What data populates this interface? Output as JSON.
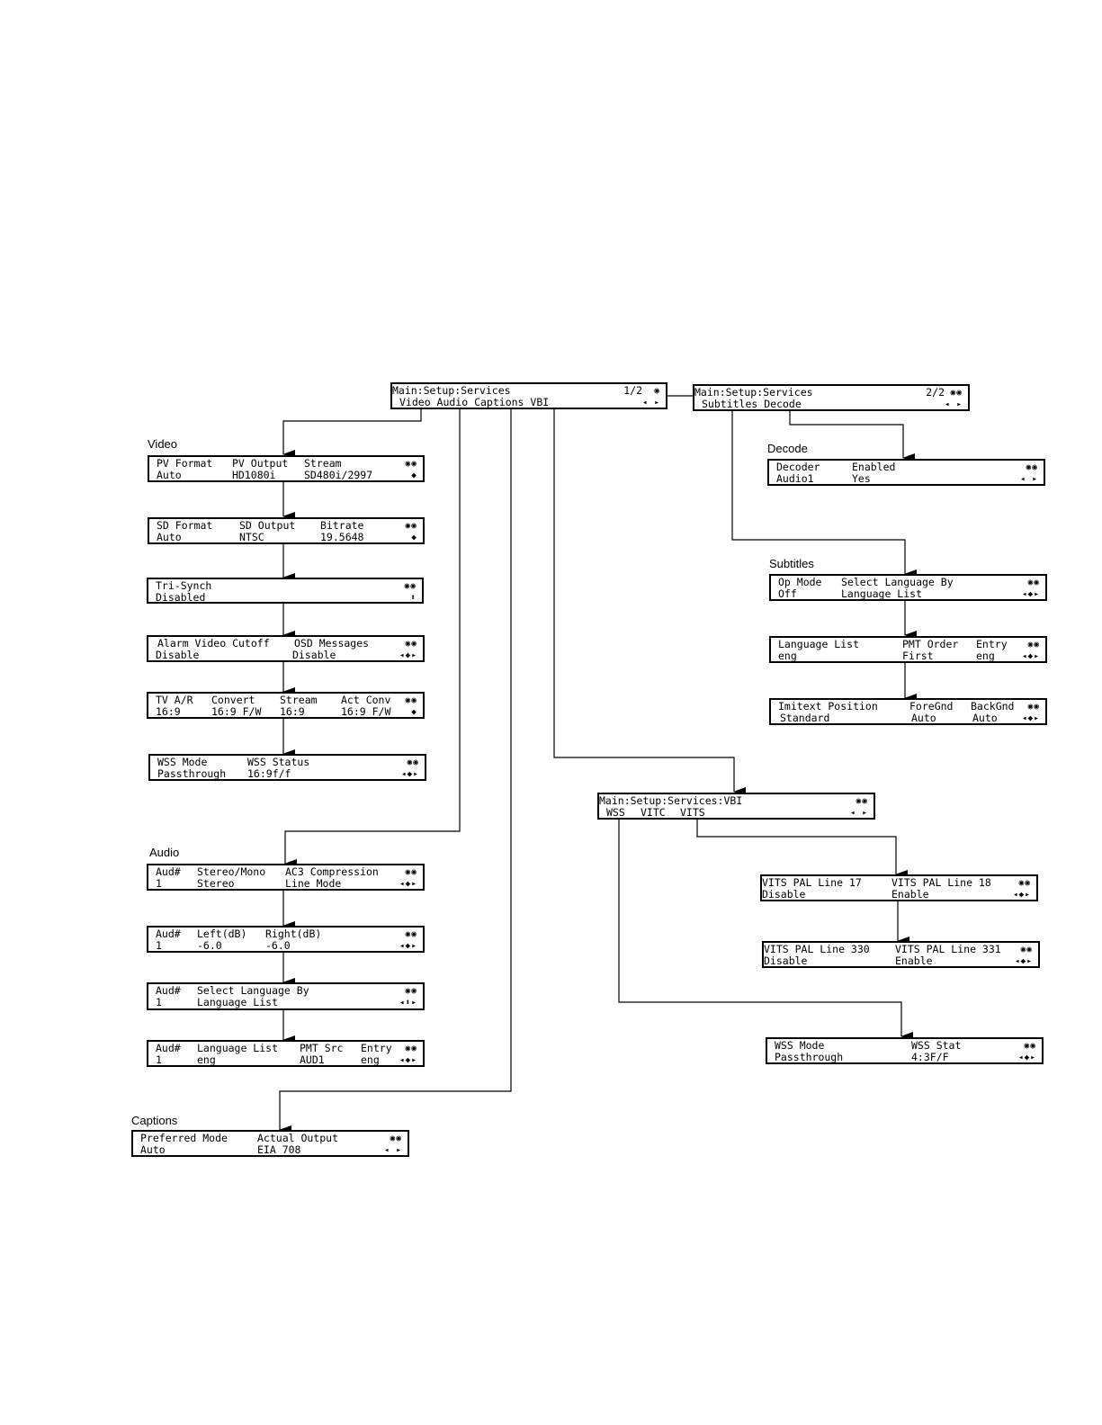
{
  "menus": [
    {
      "id": "main1",
      "line1": [
        [
          "Main:Setup:Services",
          0
        ]
      ],
      "page": "1/2",
      "ind_top": "◉",
      "ind_bot": "◂ ▸",
      "line2": [
        [
          "Video Audio Captions VBI",
          8
        ]
      ]
    },
    {
      "id": "main2",
      "line1": [
        [
          "Main:Setup:Services",
          0
        ]
      ],
      "page": "2/2",
      "ind_top": "◉◉",
      "ind_bot": "◂ ▸",
      "line2": [
        [
          "Subtitles Decode",
          8
        ]
      ]
    },
    {
      "id": "video1",
      "line1": [
        [
          "PV Format",
          8
        ],
        [
          "PV Output",
          92
        ],
        [
          "Stream",
          172
        ]
      ],
      "ind_top": "◉◉",
      "ind_bot": "◆",
      "line2": [
        [
          "Auto",
          8
        ],
        [
          "HD1080i",
          92
        ],
        [
          "SD480i/2997",
          172
        ]
      ]
    },
    {
      "id": "video2",
      "line1": [
        [
          "SD Format",
          8
        ],
        [
          "SD Output",
          100
        ],
        [
          "Bitrate",
          190
        ]
      ],
      "ind_top": "◉◉",
      "ind_bot": "◆",
      "line2": [
        [
          "Auto",
          8
        ],
        [
          "NTSC",
          100
        ],
        [
          "19.5648",
          190
        ]
      ]
    },
    {
      "id": "video3",
      "line1": [
        [
          "Tri-Synch",
          8
        ]
      ],
      "ind_top": "◉◉",
      "ind_bot": "⬍",
      "line2": [
        [
          "Disabled",
          8
        ]
      ]
    },
    {
      "id": "video4",
      "line1": [
        [
          "Alarm Video Cutoff",
          10
        ],
        [
          "OSD Messages",
          162
        ]
      ],
      "ind_top": "◉◉",
      "ind_bot": "◂◆▸",
      "line2": [
        [
          "Disable",
          8
        ],
        [
          "Disable",
          160
        ]
      ]
    },
    {
      "id": "video5",
      "line1": [
        [
          "TV A/R",
          8
        ],
        [
          "Convert",
          70
        ],
        [
          "Stream",
          146
        ],
        [
          "Act Conv",
          214
        ]
      ],
      "ind_top": "◉◉",
      "ind_bot": "◆",
      "line2": [
        [
          "16:9",
          8
        ],
        [
          "16:9 F/W",
          70
        ],
        [
          "16:9",
          146
        ],
        [
          "16:9 F/W",
          214
        ]
      ]
    },
    {
      "id": "video6",
      "line1": [
        [
          "WSS Mode",
          8
        ],
        [
          "WSS Status",
          108
        ]
      ],
      "ind_top": "◉◉",
      "ind_bot": "◂◆▸",
      "line2": [
        [
          "Passthrough",
          8
        ],
        [
          "16:9f/f",
          108
        ]
      ]
    },
    {
      "id": "audio1",
      "line1": [
        [
          "Aud#",
          8
        ],
        [
          "Stereo/Mono",
          54
        ],
        [
          "AC3 Compression",
          152
        ]
      ],
      "ind_top": "◉◉",
      "ind_bot": "◂◆▸",
      "line2": [
        [
          "1",
          8
        ],
        [
          "Stereo",
          54
        ],
        [
          "Line Mode",
          152
        ]
      ]
    },
    {
      "id": "audio2",
      "line1": [
        [
          "Aud#",
          8
        ],
        [
          "Left(dB)",
          54
        ],
        [
          "Right(dB)",
          130
        ]
      ],
      "ind_top": "◉◉",
      "ind_bot": "◂◆▸",
      "line2": [
        [
          "1",
          8
        ],
        [
          "-6.0",
          54
        ],
        [
          "-6.0",
          130
        ]
      ]
    },
    {
      "id": "audio3",
      "line1": [
        [
          "Aud#",
          8
        ],
        [
          "Select Language By",
          54
        ]
      ],
      "ind_top": "◉◉",
      "ind_bot": "◂⬍▸",
      "line2": [
        [
          "1",
          8
        ],
        [
          "Language List",
          54
        ]
      ]
    },
    {
      "id": "audio4",
      "line1": [
        [
          "Aud#",
          8
        ],
        [
          "Language List",
          54
        ],
        [
          "PMT Src",
          168
        ],
        [
          "Entry",
          236
        ]
      ],
      "ind_top": "◉◉",
      "ind_bot": "◂◆▸",
      "line2": [
        [
          "1",
          8
        ],
        [
          "eng",
          54
        ],
        [
          "AUD1",
          168
        ],
        [
          "eng",
          236
        ]
      ]
    },
    {
      "id": "captions1",
      "line1": [
        [
          "Preferred Mode",
          8
        ],
        [
          "Actual Output",
          138
        ]
      ],
      "ind_top": "◉◉",
      "ind_bot": "◂ ▸",
      "line2": [
        [
          "Auto",
          8
        ],
        [
          "EIA 708",
          138
        ]
      ]
    },
    {
      "id": "decode1",
      "line1": [
        [
          "Decoder",
          8
        ],
        [
          "Enabled",
          92
        ]
      ],
      "ind_top": "◉◉",
      "ind_bot": "◂ ▸",
      "line2": [
        [
          "Audio1",
          8
        ],
        [
          "Yes",
          92
        ]
      ]
    },
    {
      "id": "subs1",
      "line1": [
        [
          "Op Mode",
          8
        ],
        [
          "Select Language By",
          78
        ]
      ],
      "ind_top": "◉◉",
      "ind_bot": "◂◆▸",
      "line2": [
        [
          "Off",
          8
        ],
        [
          "Language List",
          78
        ]
      ]
    },
    {
      "id": "subs2",
      "line1": [
        [
          "Language List",
          8
        ],
        [
          "PMT Order",
          146
        ],
        [
          "Entry",
          228
        ]
      ],
      "ind_top": "◉◉",
      "ind_bot": "◂◆▸",
      "line2": [
        [
          "eng",
          8
        ],
        [
          "First",
          146
        ],
        [
          "eng",
          228
        ]
      ]
    },
    {
      "id": "subs3",
      "line1": [
        [
          "Imitext Position",
          8
        ],
        [
          "ForeGnd",
          154
        ],
        [
          "BackGnd",
          222
        ]
      ],
      "ind_top": "◉◉",
      "ind_bot": "◂◆▸",
      "line2": [
        [
          "Standard",
          10
        ],
        [
          "Auto",
          156
        ],
        [
          "Auto",
          224
        ]
      ]
    },
    {
      "id": "vbi",
      "line1": [
        [
          "Main:Setup:Services:VBI",
          0
        ]
      ],
      "ind_top": "◉◉",
      "ind_bot": "◂ ▸",
      "line2": [
        [
          "WSS",
          8
        ],
        [
          "VITC",
          46
        ],
        [
          "VITS",
          90
        ]
      ]
    },
    {
      "id": "vits1",
      "line1": [
        [
          "VITS PAL Line 17",
          0
        ],
        [
          "VITS PAL Line 18",
          144
        ]
      ],
      "ind_top": "◉◉",
      "ind_bot": "◂◆▸",
      "line2": [
        [
          "Disable",
          0
        ],
        [
          "Enable",
          144
        ]
      ]
    },
    {
      "id": "vits2",
      "line1": [
        [
          "VITS PAL Line 330",
          0
        ],
        [
          "VITS PAL Line 331",
          146
        ]
      ],
      "ind_top": "◉◉",
      "ind_bot": "◂◆▸",
      "line2": [
        [
          "Disable",
          0
        ],
        [
          "Enable",
          146
        ]
      ]
    },
    {
      "id": "wss_vbi",
      "line1": [
        [
          "WSS Mode",
          8
        ],
        [
          "WSS Stat",
          160
        ]
      ],
      "ind_top": "◉◉",
      "ind_bot": "◂◆▸",
      "line2": [
        [
          "Passthrough",
          8
        ],
        [
          "4:3F/F",
          160
        ]
      ]
    }
  ],
  "labels": {
    "video": "Video",
    "audio": "Audio",
    "captions": "Captions",
    "decode": "Decode",
    "subtitles": "Subtitles"
  }
}
